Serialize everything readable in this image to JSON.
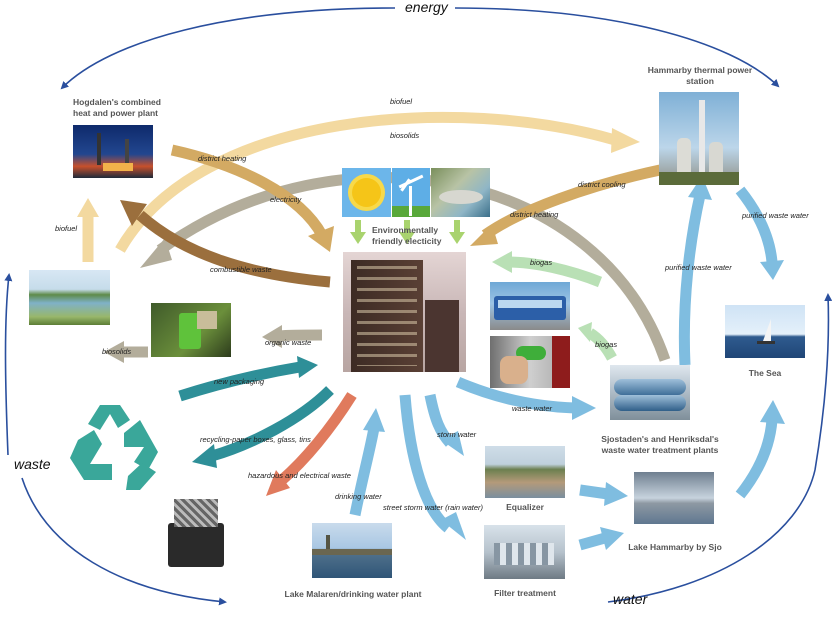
{
  "cycle_labels": {
    "energy": "energy",
    "waste": "waste",
    "water": "water"
  },
  "nodes": {
    "hogdalen": "Hogdalen's combined heat and power plant",
    "hammarby_station": "Hammarby thermal power station",
    "env_electricity": "Environmentally friendly electicity",
    "sea": "The Sea",
    "sjostaden": "Sjostaden's and Henriksdal's waste water treatment plants",
    "equalizer": "Equalizer",
    "lake_hammarby": "Lake Hammarby by Sjo",
    "filter": "Filter treatment",
    "lake_malaren": "Lake Malaren/drinking water plant"
  },
  "flows": {
    "biofuel_top": "biofuel",
    "biosolids_top": "biosolids",
    "district_heating_left": "district heating",
    "electricity": "electricity",
    "district_cooling": "district cooling",
    "district_heating_right": "district heating",
    "biofuel_left": "biofuel",
    "combustible_waste": "combustible waste",
    "biogas_top": "biogas",
    "biogas_bottom": "biogas",
    "purified_1": "purified waste water",
    "purified_2": "purified waste water",
    "biosolids_left": "biosolids",
    "organic_waste": "organic waste",
    "new_packaging": "new packaging",
    "waste_water": "waste water",
    "recycling": "recycling-paper boxes, glass, tins",
    "storm_water": "storm water",
    "hazardous": "hazardous and electrical waste",
    "drinking_water": "drinking water",
    "street_storm": "street storm water (rain water)"
  },
  "colors": {
    "energy_cycle": "#2a4f9e",
    "biofuel": "#f3d9a0",
    "biosolids": "#b3ad9b",
    "district_heating": "#d3aa63",
    "combustible_waste": "#9b6f3d",
    "biogas": "#b9e0b5",
    "water": "#7fbde0",
    "recycling": "#2e8f98",
    "hazardous": "#e07a5d",
    "recycle_symbol": "#3aa79a"
  }
}
